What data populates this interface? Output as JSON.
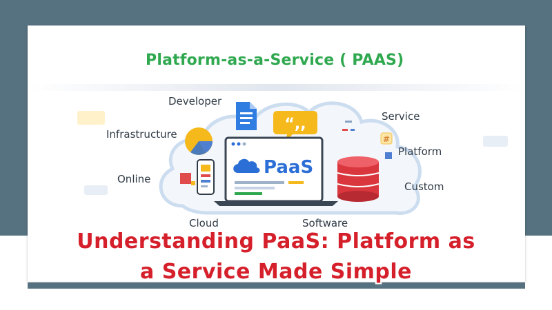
{
  "header": {
    "title": "Platform-as-a-Service ( PAAS)"
  },
  "diagram": {
    "center_label": "PaaS",
    "quote_glyph": "“,,",
    "hash_glyph": "#",
    "labels": {
      "developer": "Developer",
      "infrastructure": "Infrastructure",
      "online": "Online",
      "cloud": "Cloud",
      "software": "Software",
      "service": "Service",
      "platform": "Platform",
      "custom": "Custom"
    }
  },
  "article": {
    "title_line1": "Understanding PaaS: Platform as",
    "title_line2": "a Service Made Simple"
  },
  "colors": {
    "frame": "#56717f",
    "heading_green": "#2fa84f",
    "title_red": "#d5202b",
    "brand_blue": "#2b6fd6",
    "db_red": "#d9363e",
    "yellow": "#f6b91c"
  }
}
